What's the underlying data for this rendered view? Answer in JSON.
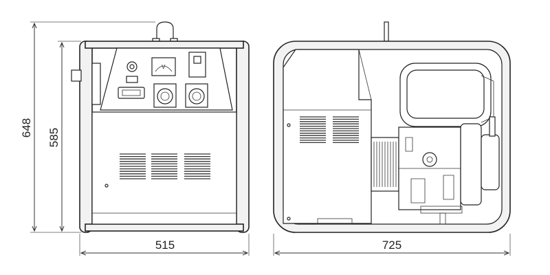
{
  "dimensions": {
    "height_overall": "648",
    "height_frame": "585",
    "width_front": "515",
    "length_side": "725"
  }
}
